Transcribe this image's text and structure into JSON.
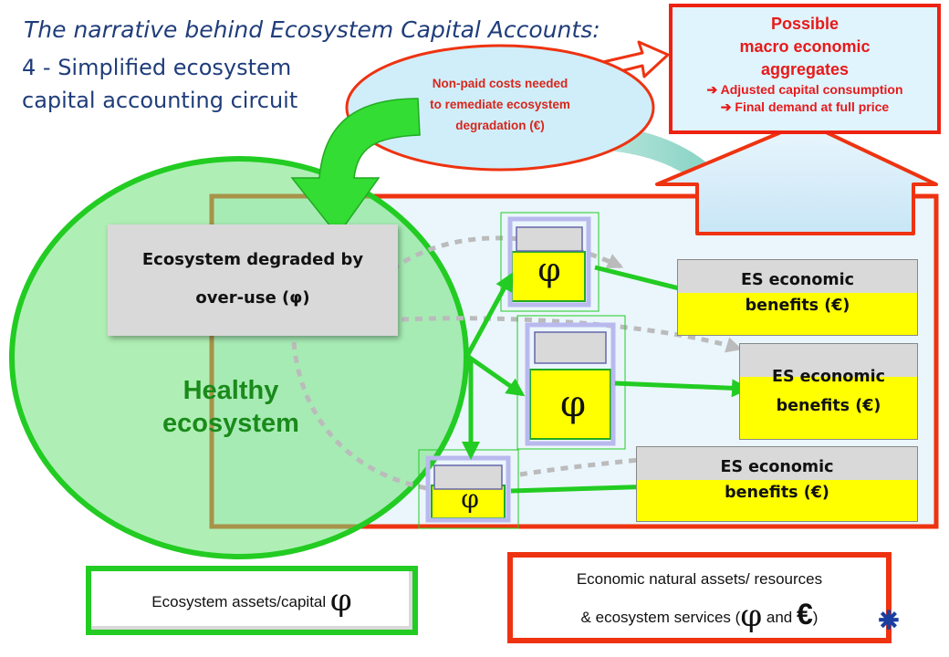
{
  "title": {
    "line1": "The narrative behind Ecosystem Capital Accounts:",
    "line2": "4 - Simplified ecosystem",
    "line3": "capital accounting circuit"
  },
  "macro_box": {
    "title_lines": [
      "Possible",
      "macro economic",
      "aggregates"
    ],
    "items": [
      "Adjusted capital consumption",
      "Final demand at full price"
    ],
    "bullet_icon": "right-arrow-icon"
  },
  "nonpaid_costs": {
    "lines": [
      "Non-paid costs needed",
      "to remediate ecosystem",
      "degradation (€)"
    ]
  },
  "degraded_ecosystem": {
    "line1": "Ecosystem degraded by",
    "line2": "over-use (φ)"
  },
  "healthy_ecosystem": {
    "line1": "Healthy",
    "line2": "ecosystem"
  },
  "assets": {
    "symbols": [
      "φ",
      "φ",
      "φ"
    ]
  },
  "benefits": [
    {
      "line1": "ES economic",
      "line2": "benefits (€)"
    },
    {
      "line1": "ES economic",
      "line2": "benefits (€)"
    },
    {
      "line1": "ES economic",
      "line2": "benefits (€)"
    }
  ],
  "legend": {
    "ecosystem_text": "Ecosystem assets/capital",
    "ecosystem_symbol": "φ",
    "economic_line1": "Economic natural assets/ resources",
    "economic_line2_pre": "& ecosystem services (",
    "economic_symbol_phi": "φ",
    "economic_and": "and",
    "economic_symbol_euro": "€",
    "economic_close": ")"
  },
  "colors": {
    "green": "#22cc22",
    "red": "#ee3311",
    "yellow": "#ffff00",
    "title_blue": "#1f3d7a",
    "light_blue": "#dff4fd"
  }
}
